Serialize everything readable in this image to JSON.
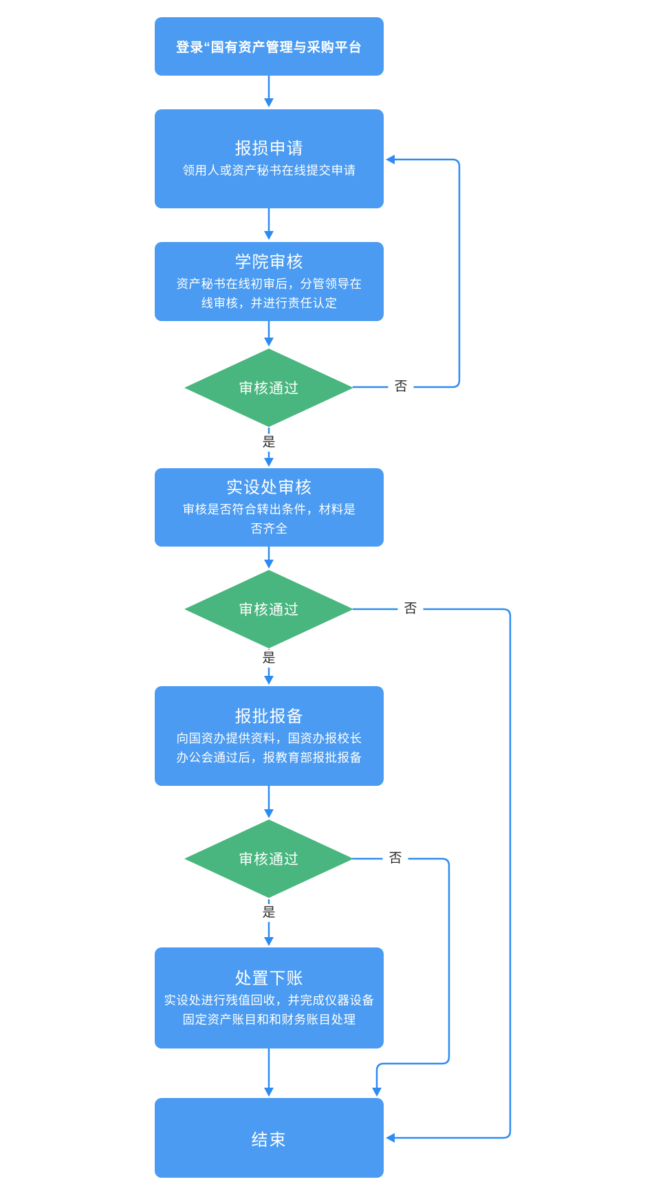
{
  "flowchart": {
    "start": {
      "title": "登录“国有资产管理与采购平台"
    },
    "boxes": [
      {
        "title": "报损申请",
        "lines": [
          "领用人或资产秘书在线提交申请"
        ]
      },
      {
        "title": "学院审核",
        "lines": [
          "资产秘书在线初审后，分管领导在",
          "线审核，并进行责任认定"
        ]
      },
      {
        "title": "实设处审核",
        "lines": [
          "审核是否符合转出条件，材料是",
          "否齐全"
        ]
      },
      {
        "title": "报批报备",
        "lines": [
          "向国资办提供资料，国资办报校长",
          "办公会通过后，报教育部报批报备"
        ]
      },
      {
        "title": "处置下账",
        "lines": [
          "实设处进行残值回收，并完成仪器设备",
          "固定资产账目和和财务账目处理"
        ]
      }
    ],
    "decisions": [
      {
        "label": "审核通过"
      },
      {
        "label": "审核通过"
      },
      {
        "label": "审核通过"
      }
    ],
    "edge_labels": {
      "yes": "是",
      "no": "否"
    },
    "end": {
      "title": "结束"
    },
    "colors": {
      "process_fill": "#4a9bf1",
      "decision_fill": "#48b67e",
      "connector": "#2d8cf0",
      "node_text": "#ffffff",
      "edge_label_text": "#2b2b2b"
    }
  }
}
